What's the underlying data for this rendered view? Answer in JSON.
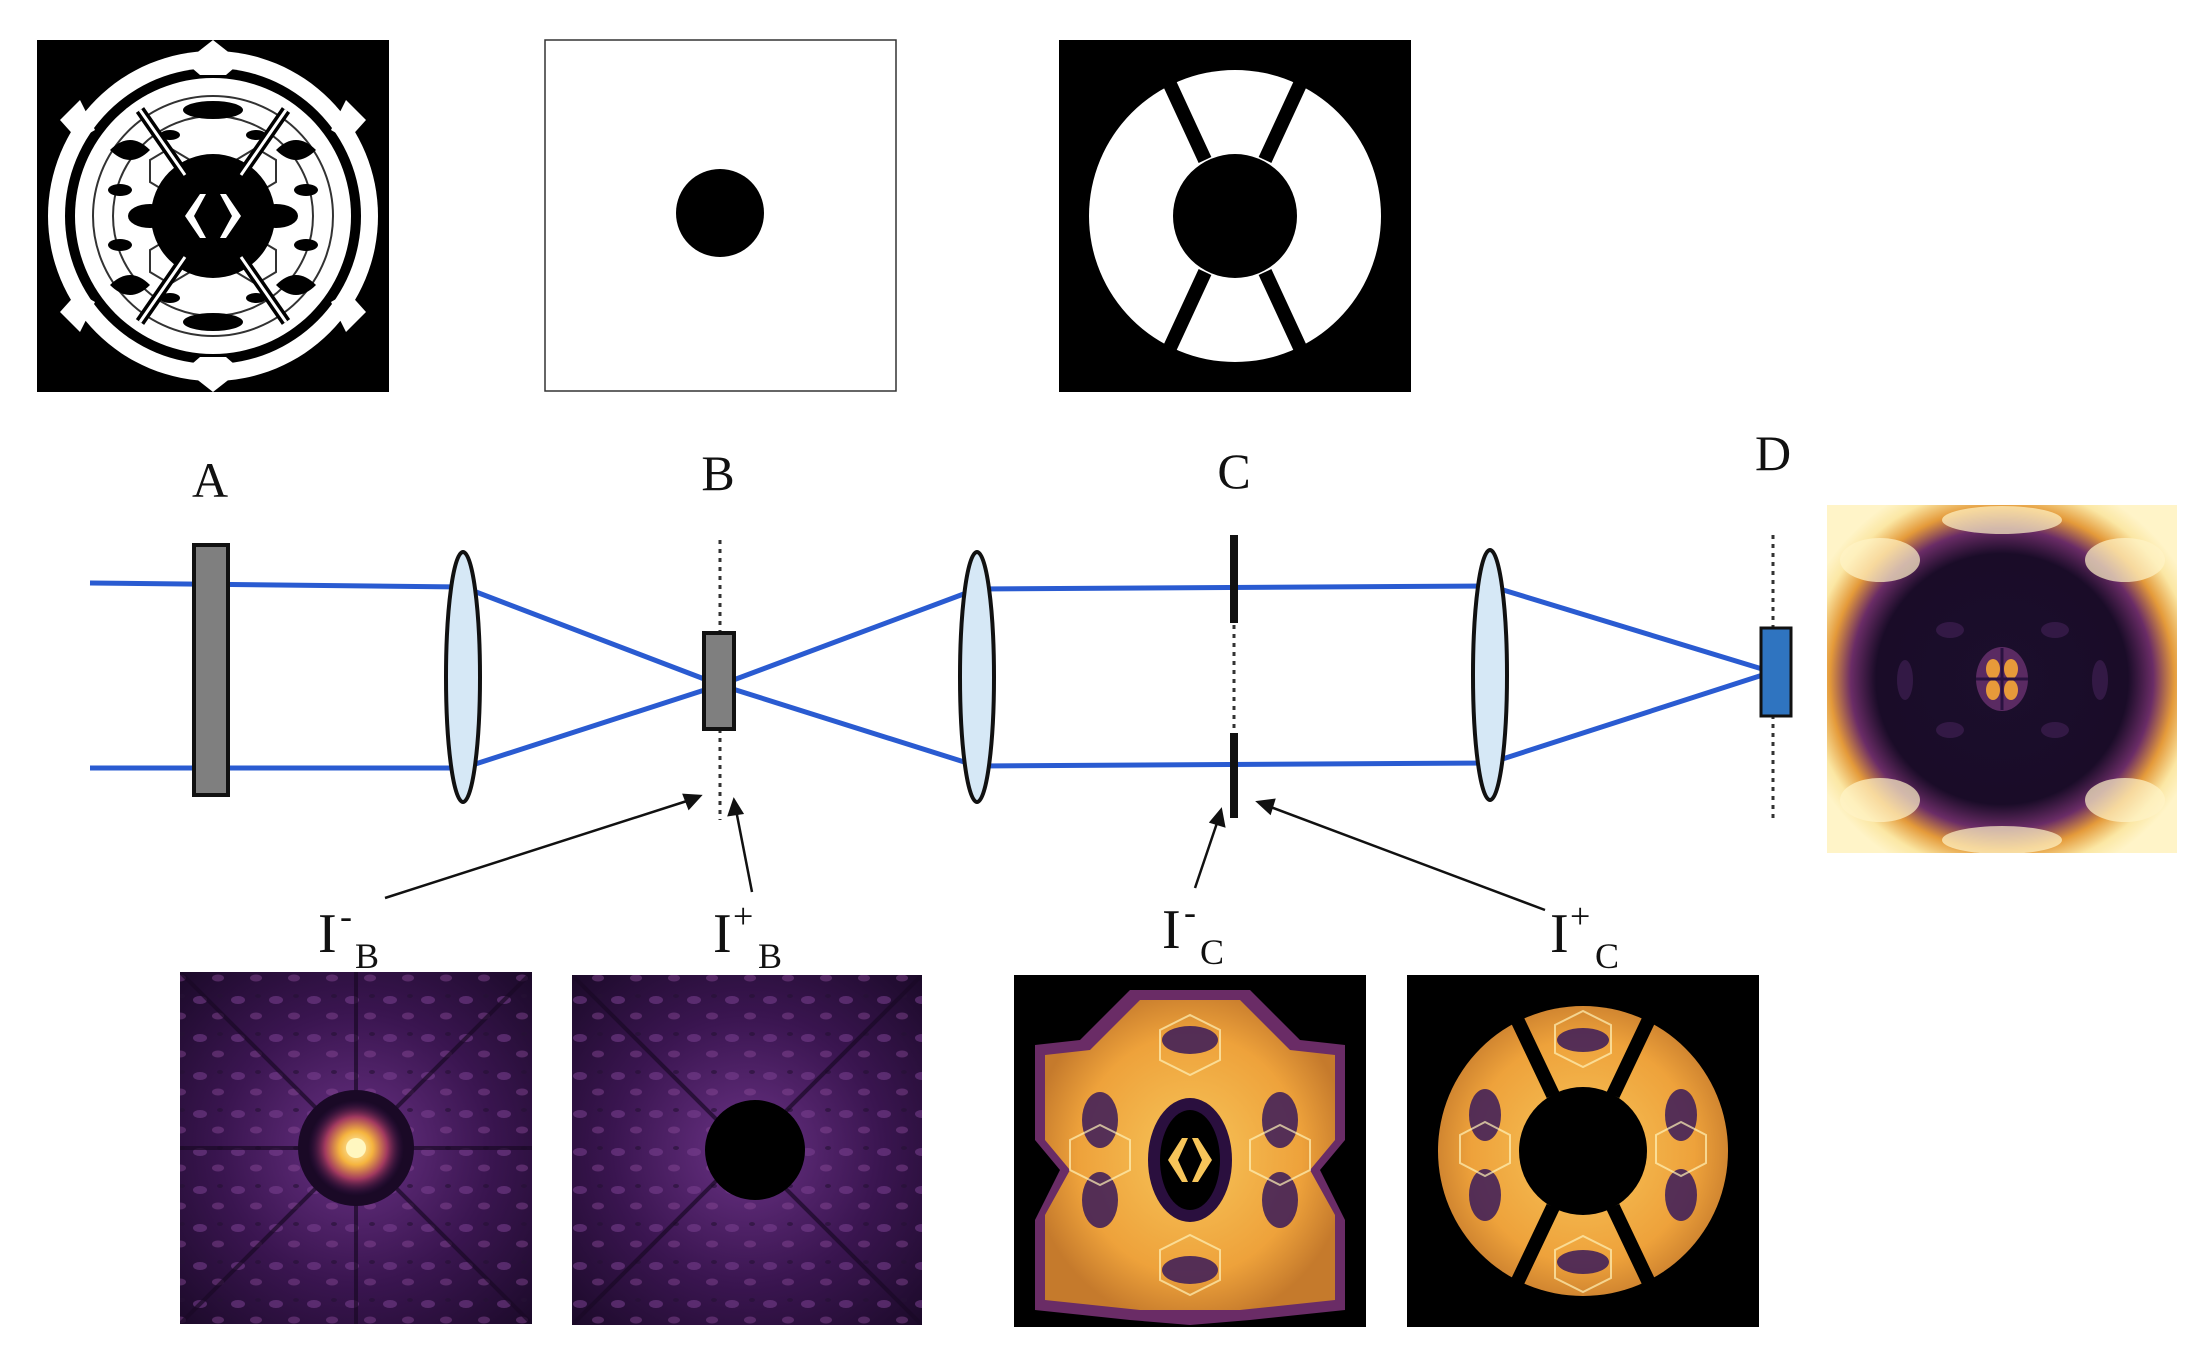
{
  "planes": {
    "A": "A",
    "B": "B",
    "C": "C",
    "D": "D"
  },
  "intensity_labels": [
    {
      "base": "I",
      "sup": "-",
      "sub": "B"
    },
    {
      "base": "I",
      "sup": "+",
      "sub": "B"
    },
    {
      "base": "I",
      "sup": "-",
      "sub": "C"
    },
    {
      "base": "I",
      "sup": "+",
      "sub": "C"
    }
  ],
  "colors": {
    "beam": "#2a5bd1",
    "lens_fill": "#d6e8f6",
    "plate_fill": "#7f7f7f",
    "detector_fill": "#2f74c0",
    "colormap_dark": "#14061f",
    "colormap_mid": "#5c2d7a",
    "colormap_hot": "#f2a93a",
    "colormap_bright": "#fff2b8"
  },
  "icons": [
    "pupil-mask-icon",
    "occulting-spot-icon",
    "lyot-stop-icon",
    "lens-icon",
    "detector-icon"
  ]
}
